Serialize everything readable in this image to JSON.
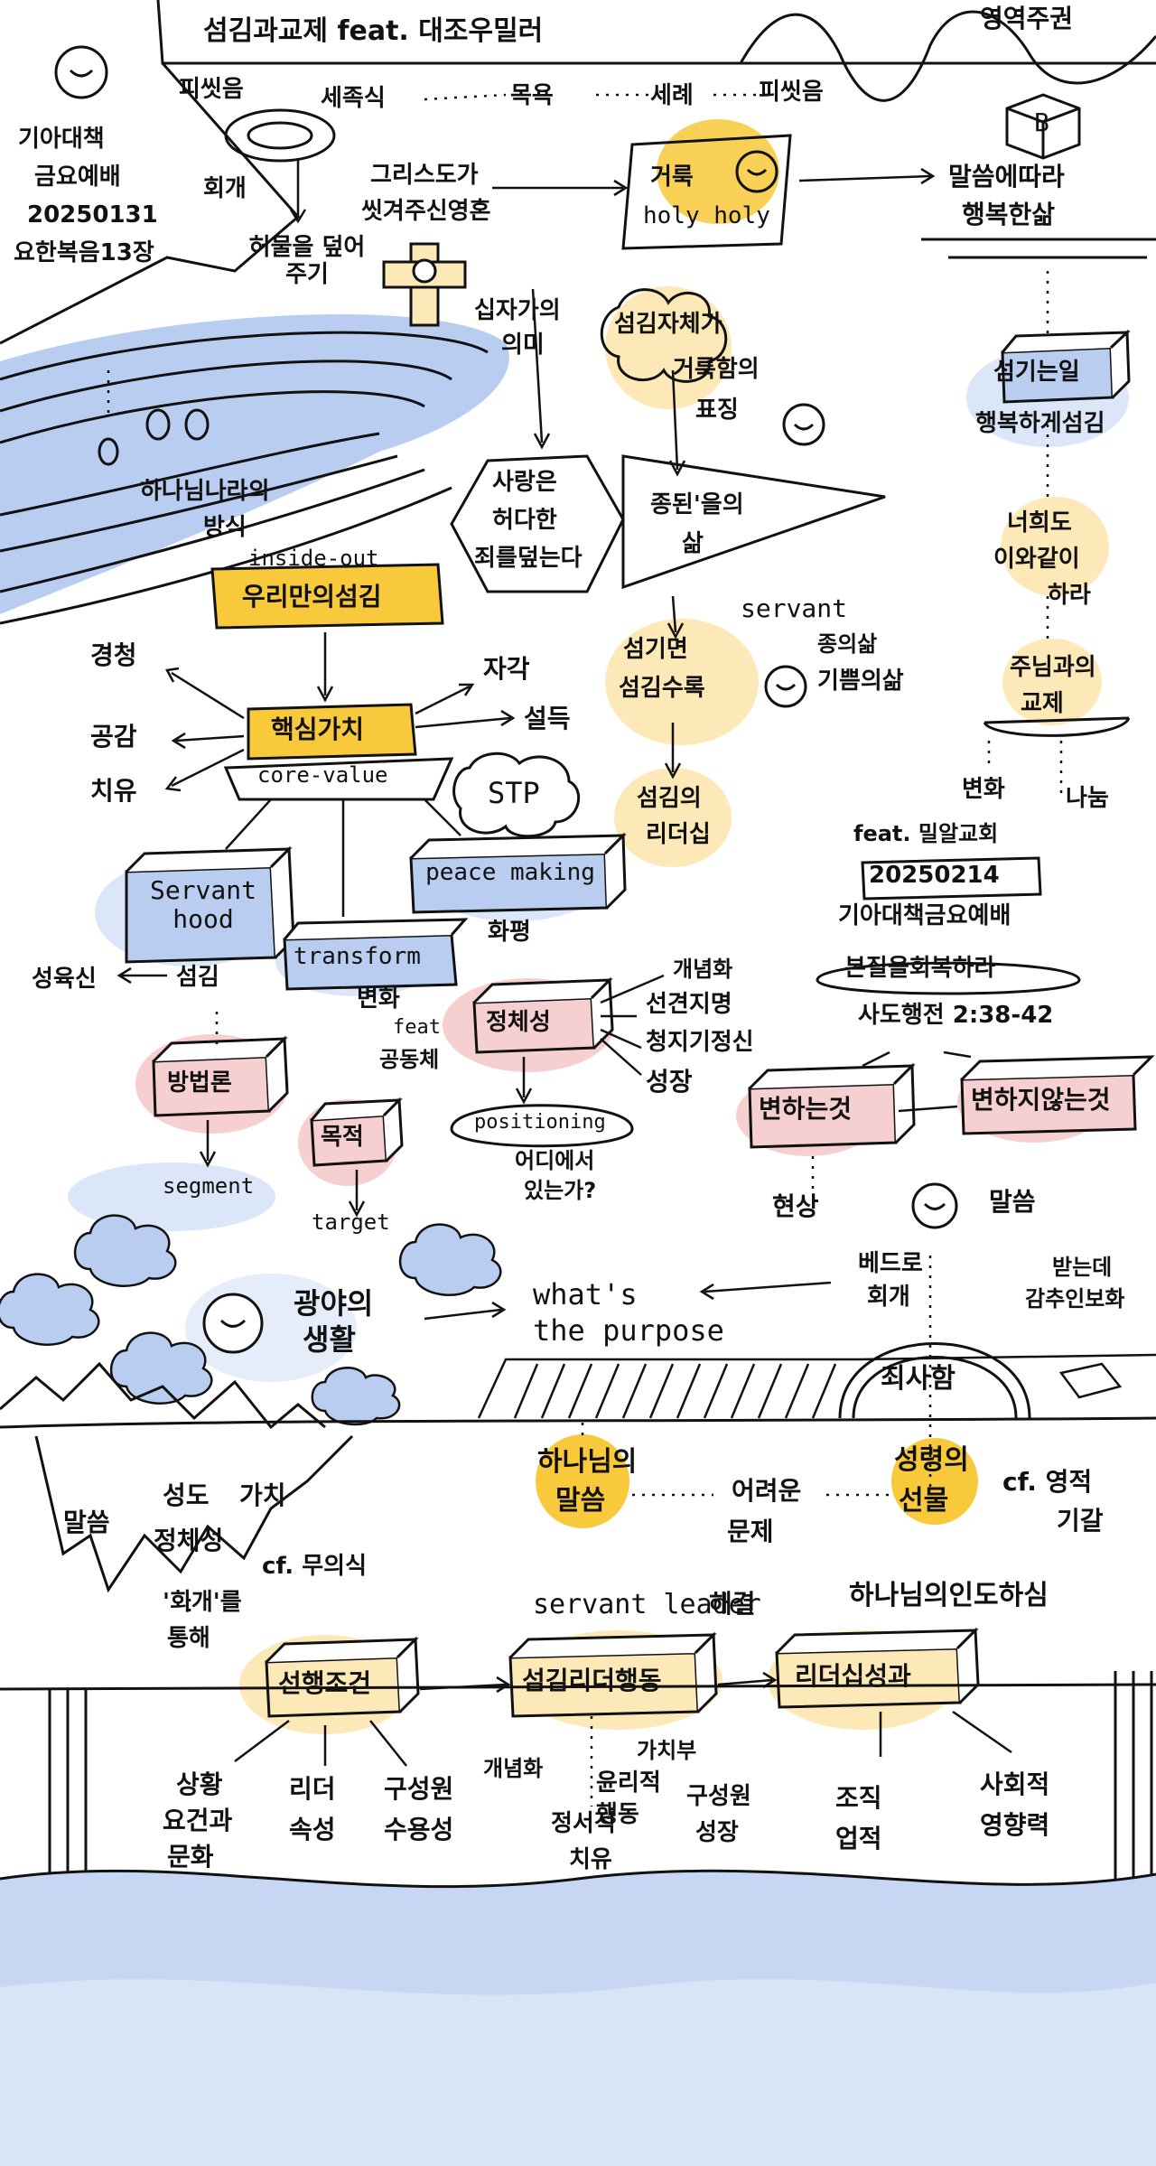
{
  "title": "섬김과교제 feat. 대조우밀러",
  "top_right": "영역주권",
  "cube_letter": "B",
  "header_info": {
    "book": "기아대책",
    "service": "금요예배",
    "date": "20250131",
    "verse": "요한복음13장"
  },
  "washing": {
    "feet": "피씻음",
    "ceremony": "세족식",
    "bath": "목욕",
    "baptism": "세례",
    "feet2": "피씻음",
    "repent": "회개",
    "backpack": "허물을 덮어주기"
  },
  "holy": {
    "christ_line1": "그리스도가",
    "christ_line2": "씻겨주신영혼",
    "holy_line1": "거룩",
    "holy_line2": "holy holy",
    "word_happy_line1": "말씀에따라",
    "word_happy_line2": "행복한삶",
    "cross_line1": "십자가의",
    "cross_line2": "의미",
    "serve_symbol_line1": "섬김자체가",
    "serve_symbol_line2": "거룩함의",
    "serve_symbol_line3": "표징"
  },
  "river": {
    "line1": "하나님나라의",
    "line2": "방식"
  },
  "middle": {
    "love_line1": "사랑은",
    "love_line2": "허다한",
    "love_line3": "죄를덮는다",
    "slave_line1": "종된'을의",
    "slave_line2": "삶",
    "servant_word": "servant",
    "servant_life": "종의삶",
    "joy_life": "기쁨의삶",
    "serve_then_line1": "섬기면",
    "serve_then_line2": "섬김수록",
    "leadership_line1": "섬김의",
    "leadership_line2": "리더십"
  },
  "right": {
    "serve_happy_box": "섬기는일",
    "serve_happy": "행복하게섬김",
    "you_too_line1": "너희도",
    "you_too_line2": "이와같이",
    "you_too_line3": "하라",
    "fellowship_line1": "주님과의",
    "fellowship_line2": "교제",
    "change": "변화",
    "share": "나눔"
  },
  "inside": {
    "label": "inside-out",
    "box": "우리만의섬김",
    "core_box": "핵심가치",
    "core_value": "core-value",
    "stp": "STP"
  },
  "core_left": {
    "listen": "경청",
    "empathy": "공감",
    "heal": "치유"
  },
  "core_right": {
    "aware": "자각",
    "persuade": "설득"
  },
  "boxes": {
    "servant_hood": "Servant hood",
    "serve": "섬김",
    "deny_self": "성육신",
    "transform": "transform",
    "change": "변화",
    "peace_making": "peace making",
    "peace": "화평",
    "feat_community_line1": "feat",
    "feat_community_line2": "공동체",
    "identity": "정체성",
    "method": "방법론",
    "goal": "목적",
    "segment": "segment",
    "target": "target"
  },
  "identity_branch": {
    "concept": "개념화",
    "foresight": "선견지명",
    "steward": "청지기정신",
    "growth": "성장",
    "positioning": "positioning",
    "where_line1": "어디에서",
    "where_line2": "있는가?"
  },
  "feat_info": {
    "feat": "feat. 밀알교회",
    "date": "20250214",
    "service": "기아대책금요예배",
    "restore": "본질을회복하라",
    "verse": "사도행전 2:38-42"
  },
  "change_boxes": {
    "changes": "변하는것",
    "unchanging": "변하지않는것",
    "phenomenon": "현상",
    "word": "말씀"
  },
  "purpose": {
    "wilderness_line1": "광야의",
    "wilderness_line2": "생활",
    "question_line1": "what's",
    "question_line2": "the purpose",
    "peter_line1": "베드로",
    "peter_line2": "회개",
    "forgive": "죄사함",
    "gift_line1": "받는데",
    "gift_line2": "감추인보화"
  },
  "bottom_mid": {
    "god_word_line1": "하나님의",
    "god_word_line2": "말씀",
    "hard_line1": "어려운",
    "hard_line2": "문제",
    "solve": "해결",
    "spirit_line1": "성령의",
    "spirit_line2": "선물",
    "spiritual_line1": "cf. 영적",
    "spiritual_line2": "기갈"
  },
  "iceberg": {
    "word": "말씀",
    "saint": "성도",
    "value": "가치",
    "identity": "정체성",
    "uncon": "cf. 무의식",
    "repent_line1": "'회개'를",
    "repent_line2": "통해"
  },
  "bottom": {
    "servant_leader": "servant leader",
    "god_lead": "하나님의인도하심",
    "pre_condition": "선행조건",
    "serve_lead_act": "섬김리더행동",
    "leader_result": "리더십성과",
    "situation_line1": "상황",
    "situation_line2": "요건과",
    "situation_line3": "문화",
    "leader_attr_line1": "리더",
    "leader_attr_line2": "속성",
    "member_accept_line1": "구성원",
    "member_accept_line2": "수용성",
    "concept": "개념화",
    "ethics_line1": "윤리적",
    "ethics_line2": "행동",
    "emotion_line1": "정서적",
    "emotion_line2": "치유",
    "value_add": "가치부",
    "member_growth_line1": "구성원",
    "member_growth_line2": "성장",
    "org_line1": "조직",
    "org_line2": "업적",
    "social_line1": "사회적",
    "social_line2": "영향력"
  },
  "colors": {
    "yellow": "#f8c93a",
    "light_yellow": "#fde9b8",
    "blue": "#b9cdf0",
    "light_blue": "#dbe6f8",
    "pink": "#f6cfd0",
    "water": "#c7d7f3",
    "ink": "#111111"
  },
  "icons": [
    "smiley-icon",
    "cube-icon",
    "cross-figure-icon",
    "footprint-icon",
    "cloud-icon",
    "mountain-icon",
    "iceberg-icon",
    "pier-icon"
  ]
}
